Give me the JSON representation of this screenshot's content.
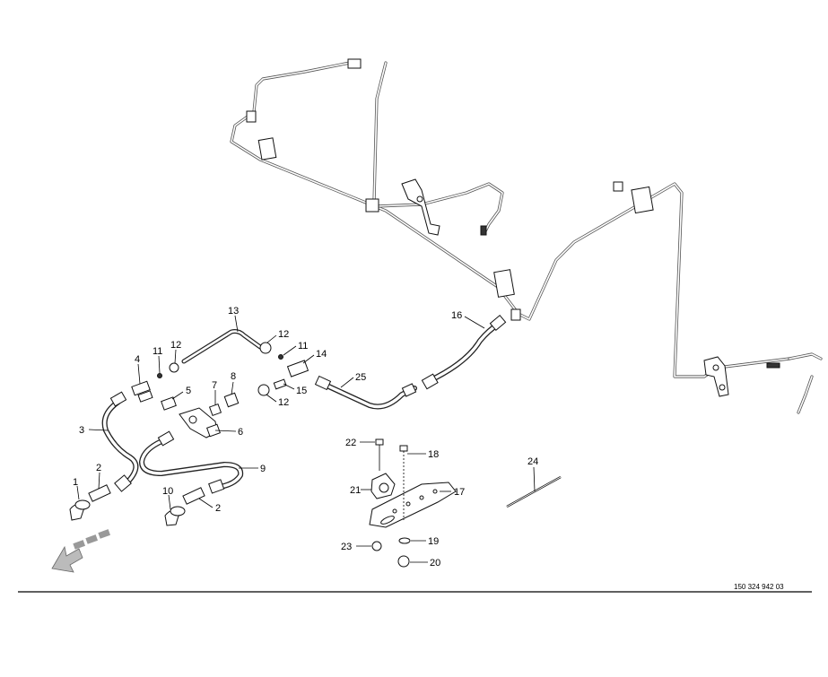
{
  "drawing": {
    "reference_number": "150 324 942 03",
    "callouts": [
      {
        "id": "c1",
        "label": "1"
      },
      {
        "id": "c2a",
        "label": "2"
      },
      {
        "id": "c2b",
        "label": "2"
      },
      {
        "id": "c3",
        "label": "3"
      },
      {
        "id": "c4",
        "label": "4"
      },
      {
        "id": "c5",
        "label": "5"
      },
      {
        "id": "c6",
        "label": "6"
      },
      {
        "id": "c7",
        "label": "7"
      },
      {
        "id": "c8",
        "label": "8"
      },
      {
        "id": "c9",
        "label": "9"
      },
      {
        "id": "c10",
        "label": "10"
      },
      {
        "id": "c11a",
        "label": "11"
      },
      {
        "id": "c11b",
        "label": "11"
      },
      {
        "id": "c12a",
        "label": "12"
      },
      {
        "id": "c12b",
        "label": "12"
      },
      {
        "id": "c12c",
        "label": "12"
      },
      {
        "id": "c13",
        "label": "13"
      },
      {
        "id": "c14",
        "label": "14"
      },
      {
        "id": "c15",
        "label": "15"
      },
      {
        "id": "c16",
        "label": "16"
      },
      {
        "id": "c17",
        "label": "17"
      },
      {
        "id": "c18",
        "label": "18"
      },
      {
        "id": "c19",
        "label": "19"
      },
      {
        "id": "c20",
        "label": "20"
      },
      {
        "id": "c21",
        "label": "21"
      },
      {
        "id": "c22",
        "label": "22"
      },
      {
        "id": "c23",
        "label": "23"
      },
      {
        "id": "c24",
        "label": "24"
      },
      {
        "id": "c25",
        "label": "25"
      }
    ]
  }
}
